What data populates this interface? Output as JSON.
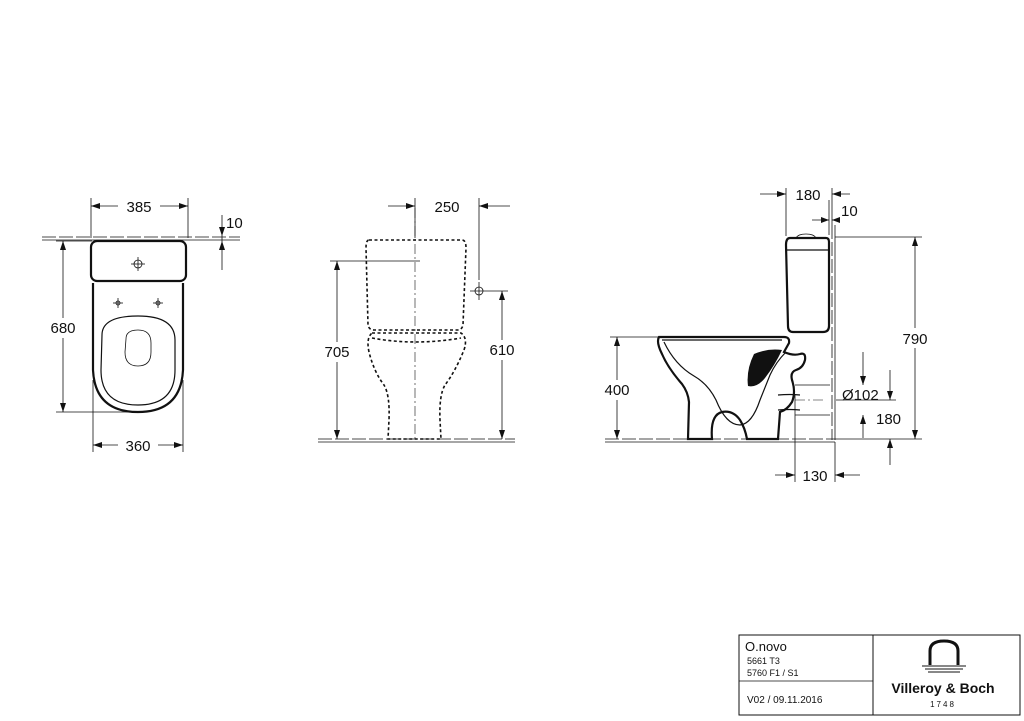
{
  "top_view": {
    "dims": {
      "width_top": "385",
      "wall_gap": "10",
      "length": "680",
      "width_bottom": "360"
    }
  },
  "front_view": {
    "dims": {
      "width": "250",
      "height_total": "705",
      "height_connection": "610"
    }
  },
  "side_view": {
    "dims": {
      "depth_cistern": "180",
      "wall_gap": "10",
      "height_total": "790",
      "seat_height": "400",
      "outlet_diameter": "Ø102",
      "outlet_height": "180",
      "outlet_offset": "130"
    }
  },
  "title_block": {
    "product": "O.novo",
    "codes": [
      "5661 T3",
      "5760 F1 / S1"
    ],
    "version": "V02 / 09.11.2016",
    "brand": "Villeroy & Boch",
    "brand_year": "1748"
  }
}
